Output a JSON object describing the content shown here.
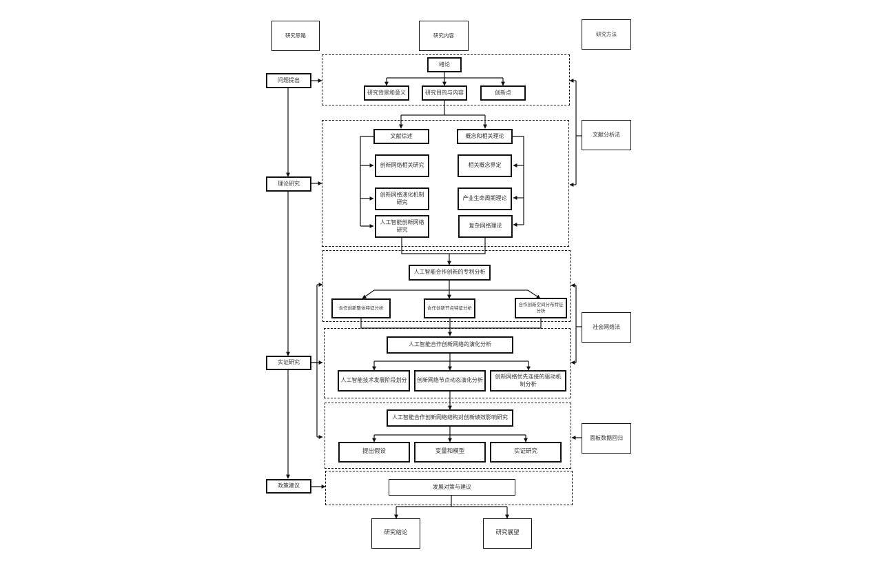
{
  "diagram": {
    "type": "research-framework-flowchart",
    "column_headers": {
      "thinking": "研究思路",
      "content": "研究内容",
      "methods": "研究方法"
    },
    "stages": [
      {
        "id": "stage-problem",
        "label": "问题提出"
      },
      {
        "id": "stage-theory",
        "label": "理论研究"
      },
      {
        "id": "stage-empirical",
        "label": "实证研究"
      },
      {
        "id": "stage-policy",
        "label": "政策建议"
      }
    ],
    "methods": [
      {
        "id": "method-literature",
        "label": "文献分析法"
      },
      {
        "id": "method-sna",
        "label": "社会网络法"
      },
      {
        "id": "method-panel",
        "label": "面板数据回归"
      }
    ],
    "sections": {
      "intro": {
        "title": "绪论",
        "children": [
          "研究背景和意义",
          "研究目的与内容",
          "创新点"
        ]
      },
      "theory": {
        "left_title": "文献综述",
        "left_children": [
          "创新网络相关研究",
          "创新网络演化机制研究",
          "人工智能创新网络研究"
        ],
        "right_title": "概念和相关理论",
        "right_children": [
          "相关概念界定",
          "产业生命周期理论",
          "复杂网络理论"
        ]
      },
      "patent": {
        "title": "人工智能合作创新的专利分析",
        "children": [
          "合作创新整体特征分析",
          "合作创新节点特征分析",
          "合作创新空间分布特征分析"
        ]
      },
      "evolution": {
        "title": "人工智能合作创新网络的演化分析",
        "children": [
          "人工智能技术发展阶段划分",
          "创新网络节点动态演化分析",
          "创新网络优先连接的驱动机制分析"
        ]
      },
      "impact": {
        "title": "人工智能合作创新网络结构对创新绩效影响研究",
        "children": [
          "提出假设",
          "变量和模型",
          "实证研究"
        ]
      },
      "policy": {
        "title": "发展对策与建议",
        "children": [
          "研究结论",
          "研究展望"
        ]
      }
    },
    "colors": {
      "line": "#111111",
      "box_border": "#111111",
      "text": "#333333",
      "background": "#ffffff"
    }
  }
}
